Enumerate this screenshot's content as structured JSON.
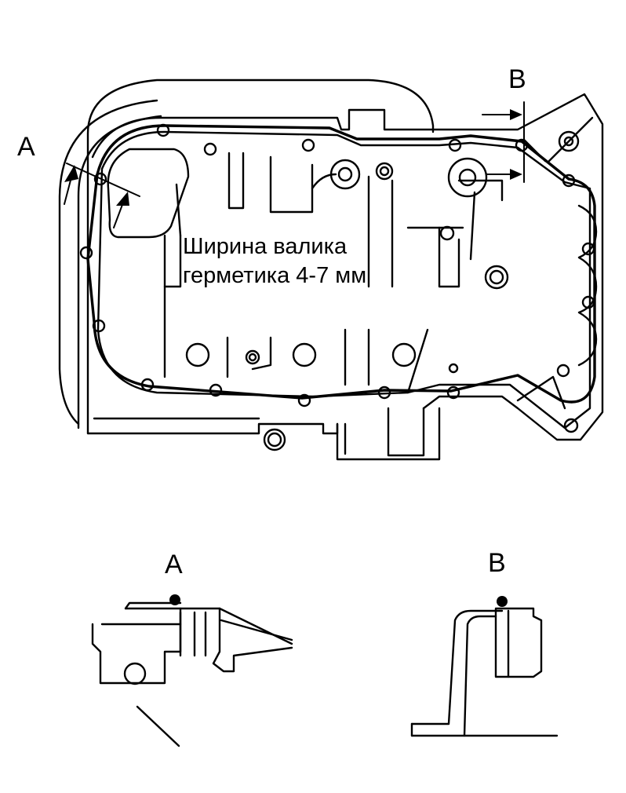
{
  "labels": {
    "main_a": "A",
    "main_b": "B",
    "detail_a": "A",
    "detail_b": "B"
  },
  "note": {
    "line1": "Ширина валика",
    "line2": "герметика 4-7 мм"
  }
}
